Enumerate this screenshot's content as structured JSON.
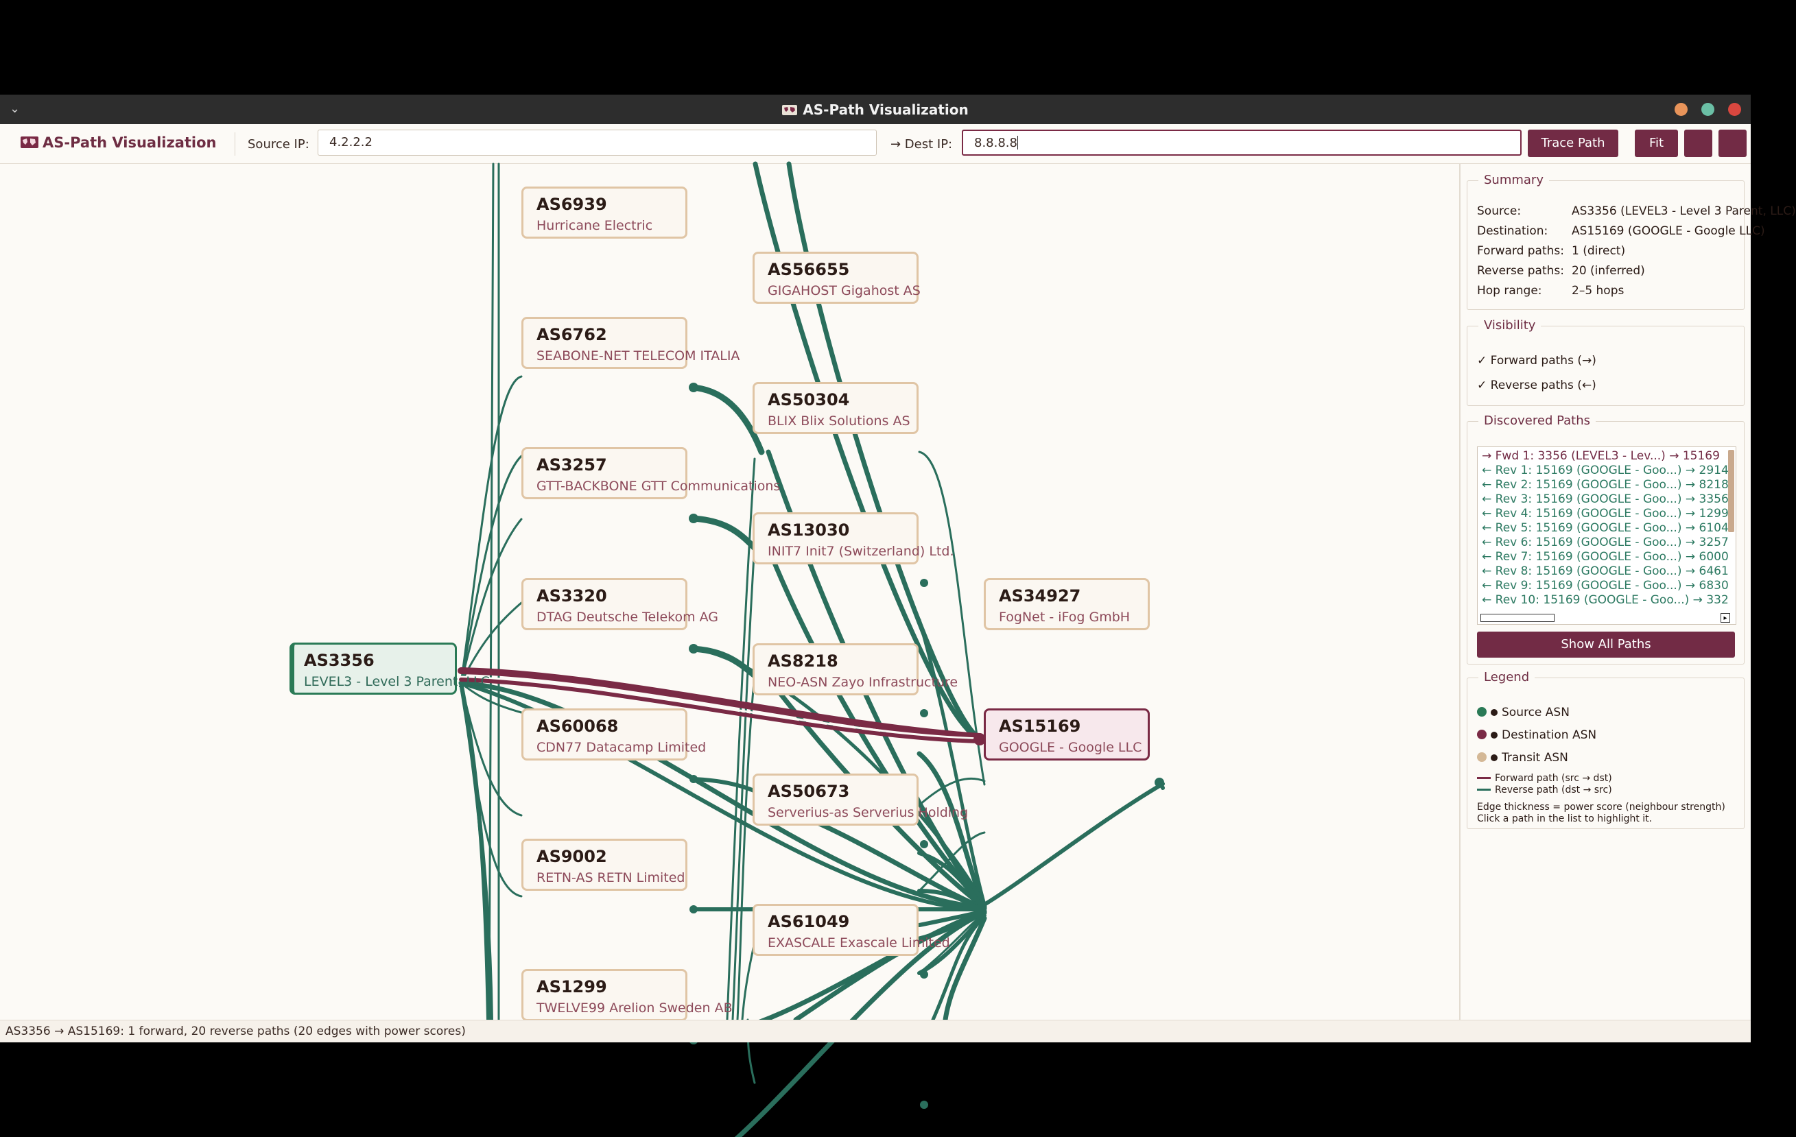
{
  "window": {
    "title": "AS-Path Visualization",
    "icon": "world-map-icon"
  },
  "toolbar": {
    "app_title": "AS-Path Visualization",
    "source_label": "Source IP:",
    "source_value": "4.2.2.2",
    "dest_label": "→  Dest IP:",
    "dest_value": "8.8.8.8",
    "trace_button": "Trace Path",
    "fit_button": "Fit",
    "extra_button_1": "",
    "extra_button_2": ""
  },
  "graph": {
    "source": {
      "asn": "AS3356",
      "name": "LEVEL3 - Level 3 Parent, LLC"
    },
    "destination": {
      "asn": "AS15169",
      "name": "GOOGLE - Google LLC"
    },
    "column1": [
      {
        "asn": "AS6939",
        "name": "Hurricane Electric"
      },
      {
        "asn": "AS6762",
        "name": "SEABONE-NET TELECOM ITALIA"
      },
      {
        "asn": "AS3257",
        "name": "GTT-BACKBONE GTT Communications"
      },
      {
        "asn": "AS3320",
        "name": "DTAG Deutsche Telekom AG"
      },
      {
        "asn": "AS60068",
        "name": "CDN77 Datacamp Limited"
      },
      {
        "asn": "AS9002",
        "name": "RETN-AS RETN Limited"
      },
      {
        "asn": "AS1299",
        "name": "TWELVE99 Arelion Sweden AB"
      }
    ],
    "column2": [
      {
        "asn": "AS56655",
        "name": "GIGAHOST Gigahost AS"
      },
      {
        "asn": "AS50304",
        "name": "BLIX Blix Solutions AS"
      },
      {
        "asn": "AS13030",
        "name": "INIT7 Init7 (Switzerland) Ltd."
      },
      {
        "asn": "AS8218",
        "name": "NEO-ASN Zayo Infrastructure"
      },
      {
        "asn": "AS50673",
        "name": "Serverius-as Serverius Holding"
      },
      {
        "asn": "AS61049",
        "name": "EXASCALE Exascale Limited"
      }
    ],
    "column3": [
      {
        "asn": "AS34927",
        "name": "FogNet - iFog GmbH"
      }
    ],
    "colors": {
      "forward": "#7a2a45",
      "reverse": "#2a6e5c"
    }
  },
  "summary": {
    "title": "Summary",
    "rows": [
      {
        "key": "Source:",
        "value": "AS3356 (LEVEL3 - Level 3 Parent, LLC)"
      },
      {
        "key": "Destination:",
        "value": "AS15169 (GOOGLE - Google LLC)"
      },
      {
        "key": "Forward paths:",
        "value": "1 (direct)"
      },
      {
        "key": "Reverse paths:",
        "value": "20 (inferred)"
      },
      {
        "key": "Hop range:",
        "value": "2–5 hops"
      }
    ]
  },
  "visibility": {
    "title": "Visibility",
    "forward": "✓  Forward paths (→)",
    "reverse": "✓  Reverse paths (←)"
  },
  "paths": {
    "title": "Discovered Paths",
    "items": [
      "→ Fwd 1: 3356 (LEVEL3 - Lev...) → 15169",
      "← Rev 1: 15169 (GOOGLE - Goo...) → 2914",
      "← Rev 2: 15169 (GOOGLE - Goo...) → 8218",
      "← Rev 3: 15169 (GOOGLE - Goo...) → 3356",
      "← Rev 4: 15169 (GOOGLE - Goo...) → 1299",
      "← Rev 5: 15169 (GOOGLE - Goo...) → 6104",
      "← Rev 6: 15169 (GOOGLE - Goo...) → 3257",
      "← Rev 7: 15169 (GOOGLE - Goo...) → 6000",
      "← Rev 8: 15169 (GOOGLE - Goo...) → 6461",
      "← Rev 9: 15169 (GOOGLE - Goo...) → 6830",
      "← Rev 10: 15169 (GOOGLE - Goo...) → 332"
    ],
    "show_all": "Show All Paths"
  },
  "legend": {
    "title": "Legend",
    "source": "Source ASN",
    "destination": "Destination ASN",
    "transit": "Transit ASN",
    "forward_line": "Forward path (src → dst)",
    "reverse_line": "Reverse path (dst → src)",
    "note1": "Edge thickness = power score (neighbour strength)",
    "note2": "Click a path in the list to highlight it.",
    "colors": {
      "source": "#2a7a56",
      "destination": "#7a2a45",
      "transit": "#d4b896"
    }
  },
  "status": {
    "text": "AS3356 → AS15169: 1 forward, 20 reverse paths (20 edges with power scores)"
  }
}
